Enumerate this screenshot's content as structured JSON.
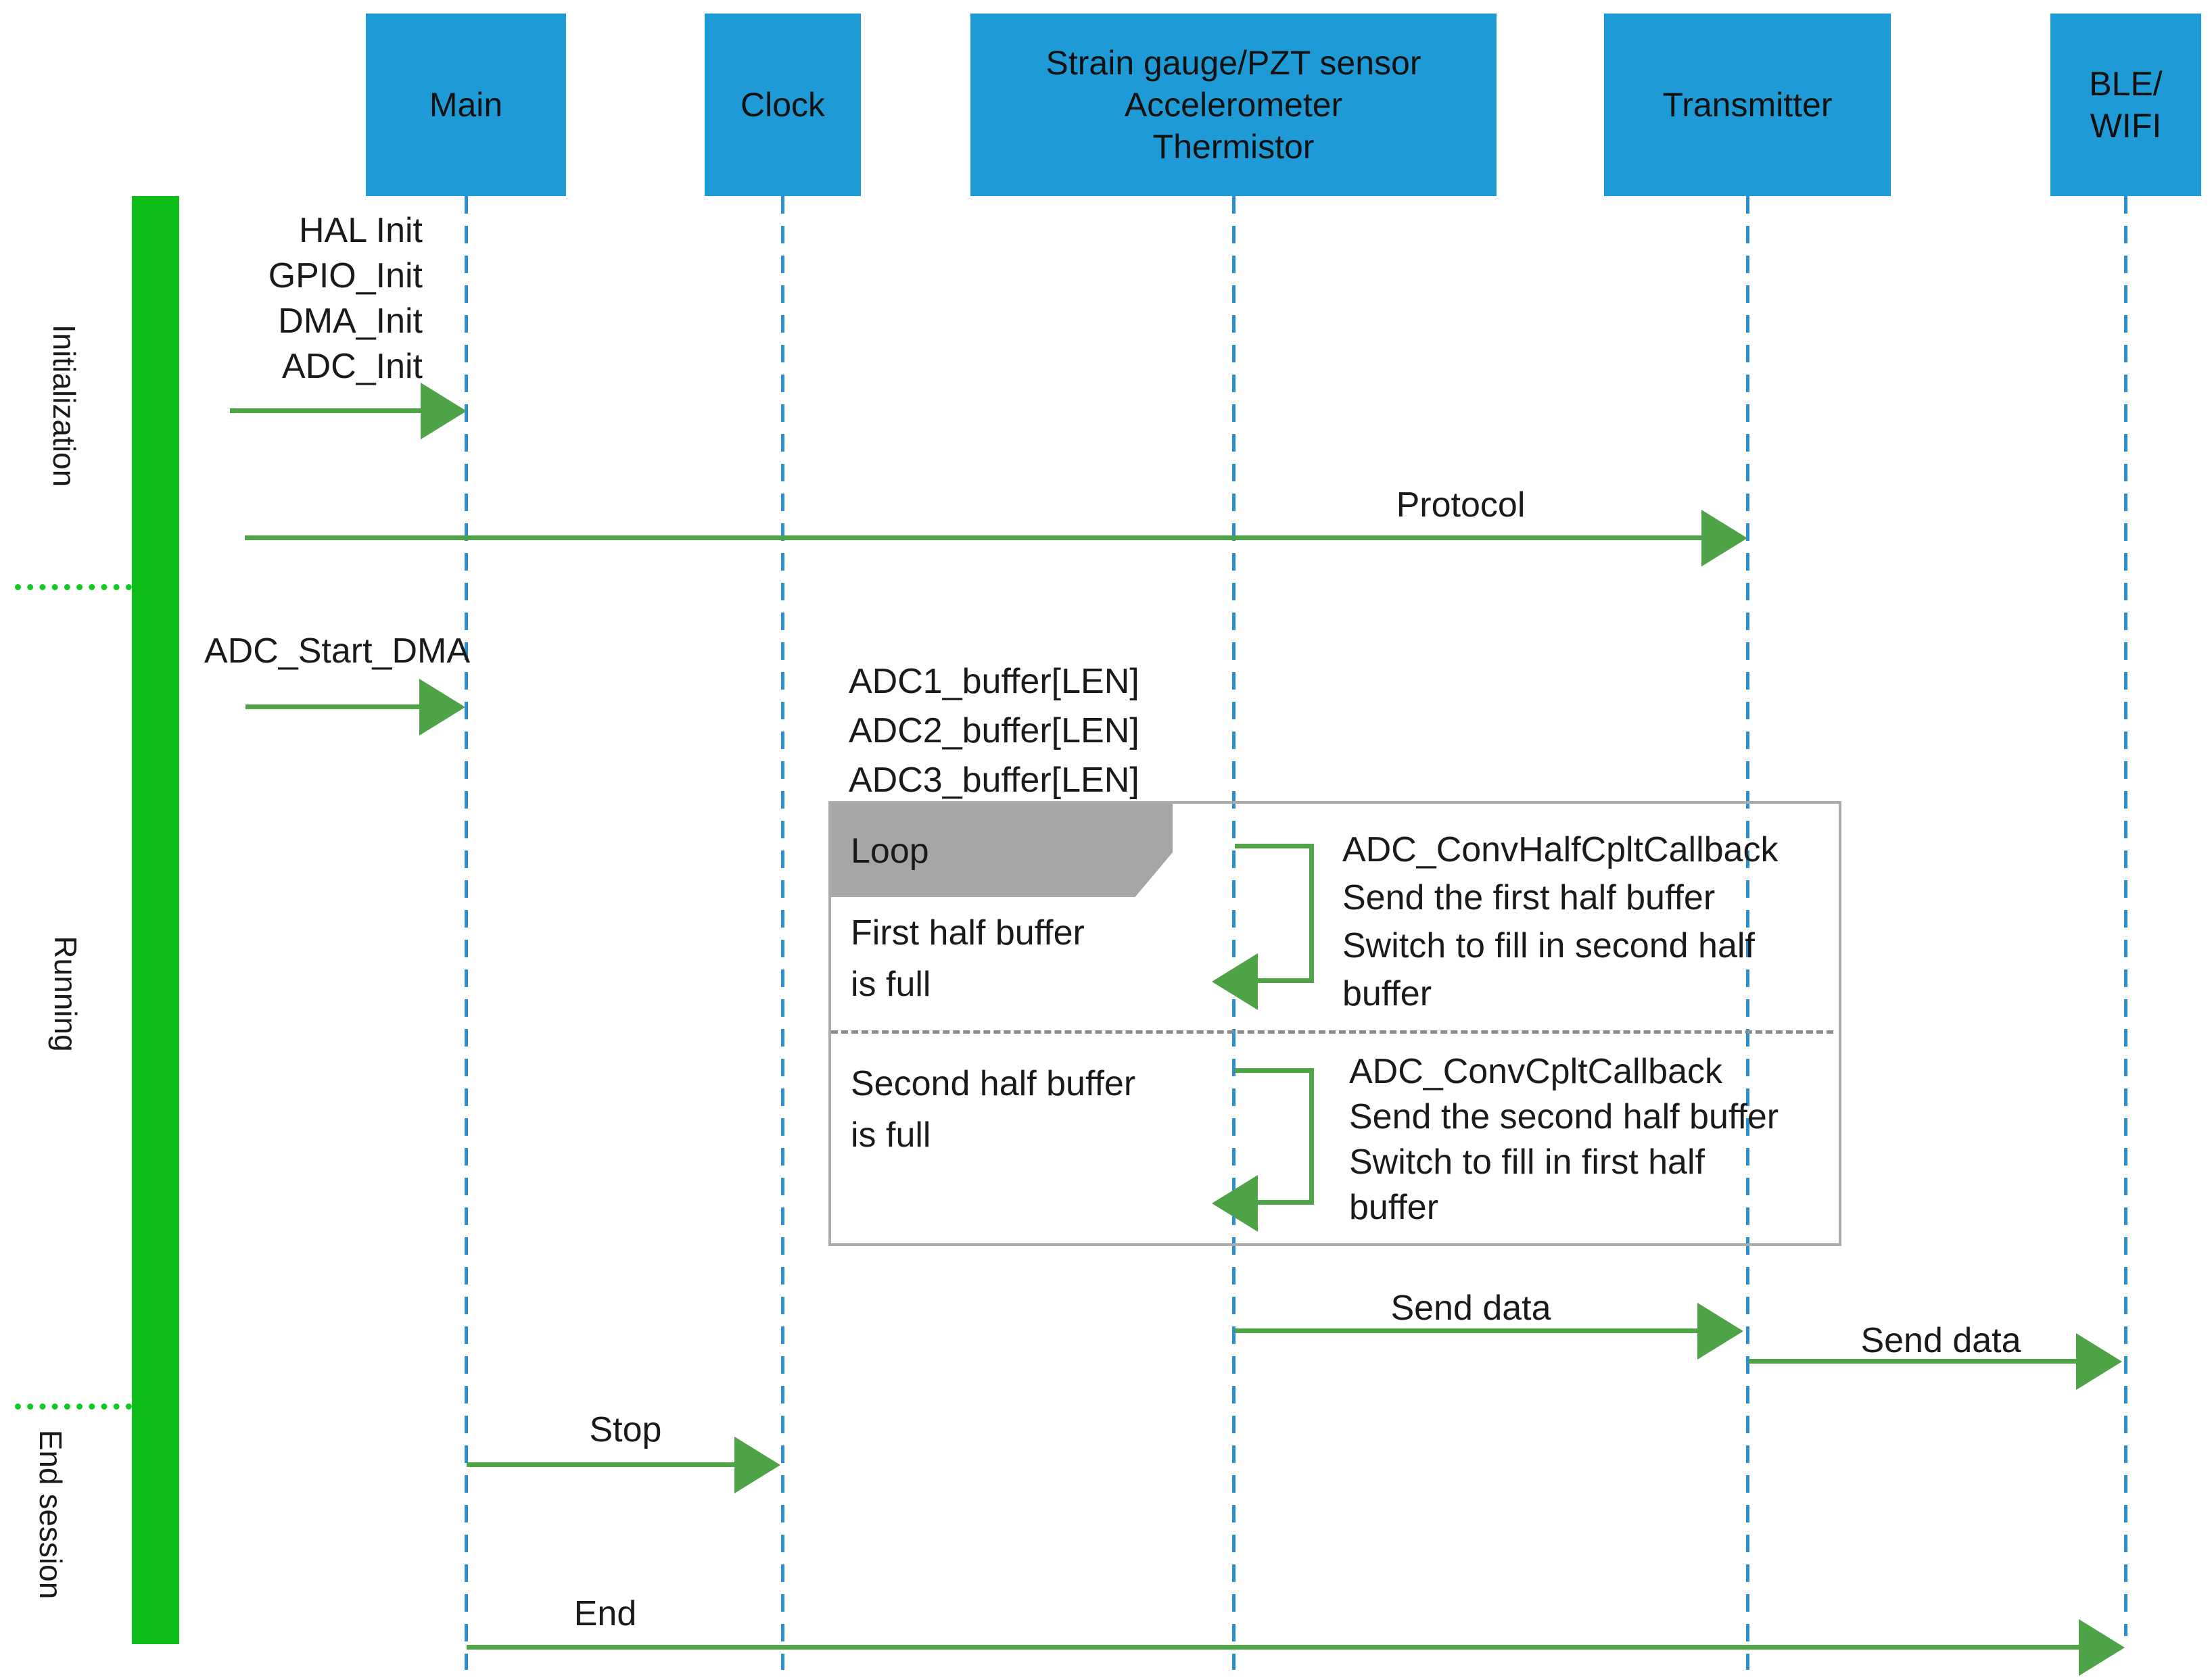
{
  "diagram": {
    "actors": [
      {
        "label": "Main"
      },
      {
        "label": "Clock"
      },
      {
        "label": "Strain  gauge/PZT sensor\nAccelerometer\nThermistor"
      },
      {
        "label": "Transmitter"
      },
      {
        "label": "BLE/\nWIFI"
      }
    ],
    "phases": [
      {
        "label": "Initialization"
      },
      {
        "label": "Running"
      },
      {
        "label": "End session"
      }
    ],
    "messages": {
      "init_block": "HAL  Init\nGPIO_Init\nDMA_Init\nADC_Init",
      "protocol": "Protocol",
      "adc_start_dma": "ADC_Start_DMA",
      "buffers": "ADC1_buffer[LEN]\nADC2_buffer[LEN]\nADC3_buffer[LEN]",
      "loop_label": "Loop",
      "first_half_note": "First half buffer\nis full",
      "half_cplt_callback": "ADC_ConvHalfCpltCallback\nSend the first half buffer\nSwitch to fill in second half\nbuffer",
      "second_half_note": "Second half buffer\nis full",
      "cplt_callback": "ADC_ConvCpltCallback\nSend the second half buffer\nSwitch to fill in first half\nbuffer",
      "send_data_1": "Send data",
      "send_data_2": "Send data",
      "stop": "Stop",
      "end": "End"
    },
    "colors": {
      "actor_fill": "#1E9BD7",
      "lifeline_blue": "#2B8FD0",
      "arrow_green": "#4EA347",
      "phase_green": "#0CBE17",
      "loop_gray": "#A6A6A6"
    }
  }
}
